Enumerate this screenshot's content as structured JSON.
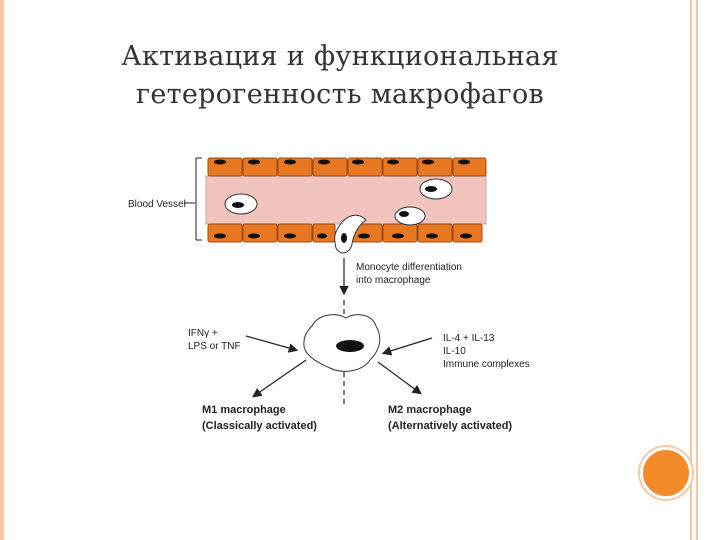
{
  "slide": {
    "title_line1": "Активация и функциональная",
    "title_line2": "гетерогенность макрофагов",
    "accent_color": "#f58a2a",
    "frame_color": "#f6c7a8"
  },
  "diagram": {
    "vessel_label": "Blood Vessel",
    "differentiation_line1": "Monocyte differentiation",
    "differentiation_line2": "into macrophage",
    "m1_inputs_line1": "IFNγ +",
    "m1_inputs_line2": "LPS or TNF",
    "m2_inputs_line1": "IL-4 + IL-13",
    "m2_inputs_line2": "IL-10",
    "m2_inputs_line3": "Immune complexes",
    "m1_title": "M1 macrophage",
    "m1_subtitle": "(Classically activated)",
    "m2_title": "M2 macrophage",
    "m2_subtitle": "(Alternatively activated)",
    "endothelial_color": "#e87722",
    "lumen_color": "#f2c4c0"
  }
}
